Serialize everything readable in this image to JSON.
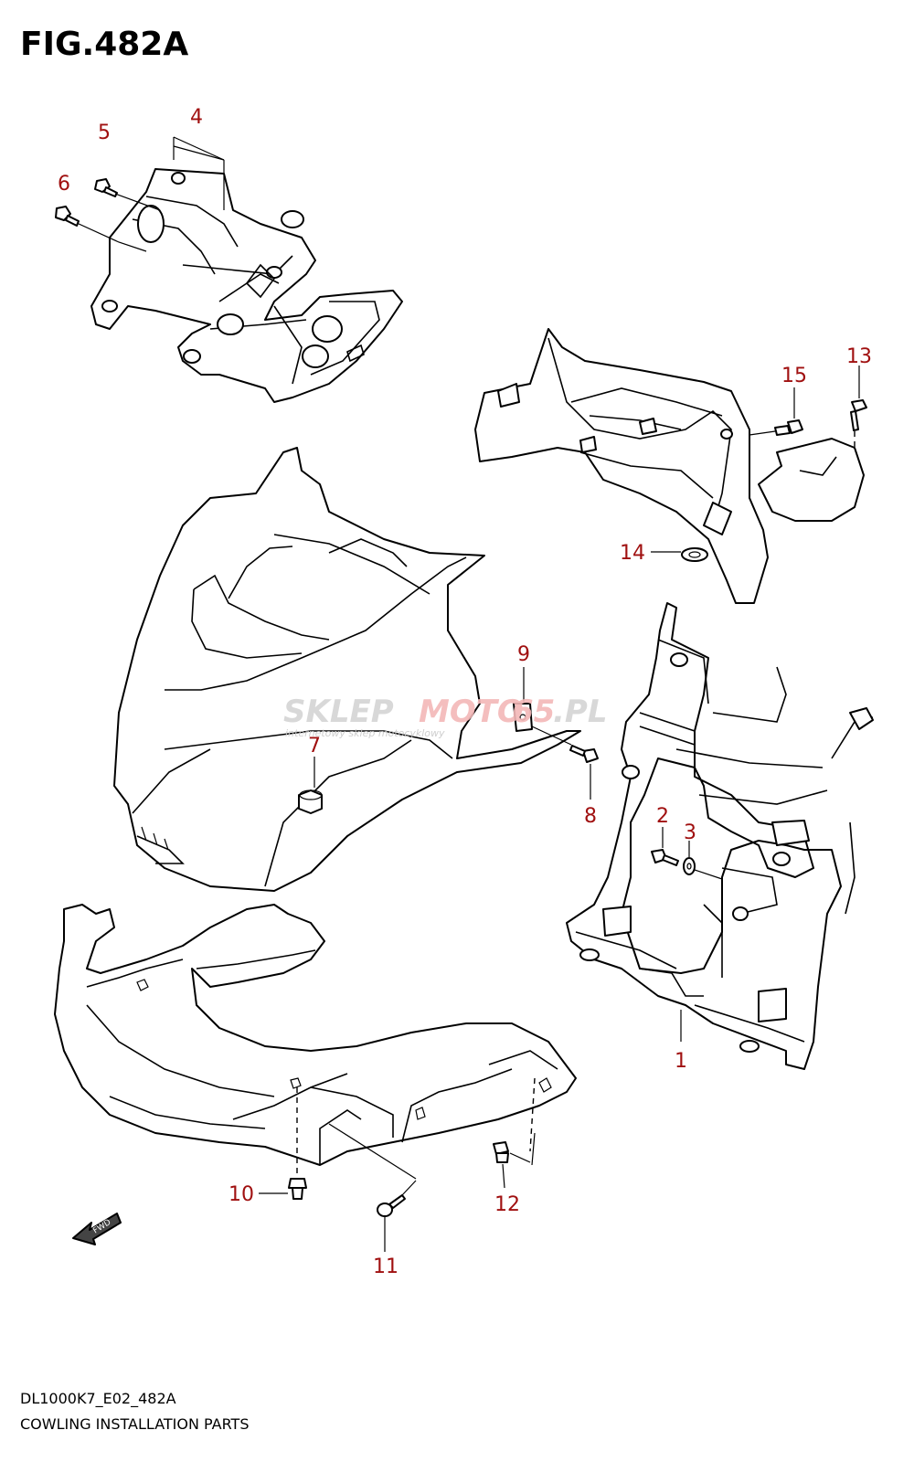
{
  "figure": {
    "title": "FIG.482A",
    "model_code": "DL1000K7_E02_482A",
    "caption": "COWLING INSTALLATION PARTS"
  },
  "callouts": {
    "c1": "1",
    "c2": "2",
    "c3": "3",
    "c4": "4",
    "c5": "5",
    "c6": "6",
    "c7": "7",
    "c8": "8",
    "c9": "9",
    "c10": "10",
    "c11": "11",
    "c12": "12",
    "c13": "13",
    "c14": "14",
    "c15": "15"
  },
  "fwd_arrow": {
    "label": "FWD"
  },
  "watermark": {
    "brand_a": "SKLEP",
    "brand_b": "MOTO",
    "brand_c": "65",
    "brand_d": ".PL",
    "tagline": "internetowy sklep motocyklowy"
  },
  "colors": {
    "callout": "#a01010",
    "line": "#000000",
    "watermark_grey": "#cfcfcf",
    "watermark_red": "#f2b3b3"
  }
}
